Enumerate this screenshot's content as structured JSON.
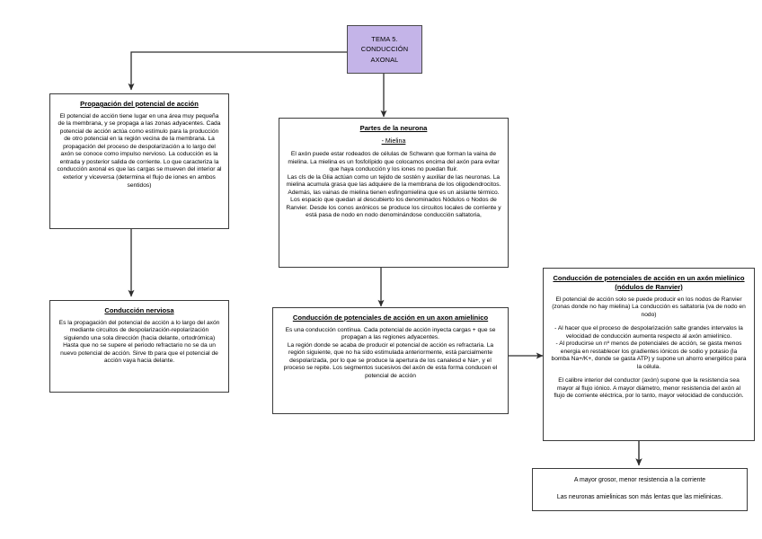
{
  "diagram": {
    "type": "concept-map",
    "language": "es",
    "accent_color": "#c4b4e8",
    "border_color": "#3b3b3b",
    "background": "#ffffff"
  },
  "title_node": {
    "label": "TEMA 5. CONDUCCIÓN AXONAL",
    "lines": [
      "TEMA 5.",
      "CONDUCCIÓN",
      "AXONAL"
    ]
  },
  "nodes": {
    "propagacion": {
      "heading": "Propagación del potencial de acción",
      "body": "El potencial de acción tiene lugar en una área muy pequeña de la membrana, y se propaga a las zonas adyacentes. Cada potencial de acción actúa como estímulo para la producción de otro potencial en la región vecina de la membrana. La propagación del proceso de despolarización a lo largo del axón se conoce como impulso nervioso. La coducción es la entrada y posterior salida de corriente. Lo que caracteriza la conducción axonal es que las cargas se mueven del interior al exterior y viceversa (determina el flujo de iones en ambos sentidos)"
    },
    "conduccion_nerviosa": {
      "heading": "Conducción nerviosa",
      "body": "Es la propagación del potencial de acción a lo largo del axón mediante circuitos de despolarización-repolarización siguiendo una sola dirección (hacia delante, ortodrómica)",
      "body2": "Hasta que no se supere el periodo refractario no se da un nuevo potencial de acción. Sirve tb para que el potencial de acción vaya hacia delante."
    },
    "partes_neurona": {
      "heading": "Partes de la neurona",
      "subheading": "- Mielina",
      "body": "El axón  puede estar rodeados de células de Schwann que forman la vaina de mielina. La mielina es un fosfolípido que colocamos encima del axón para evitar que haya conducción y los iones no puedan fluir.",
      "body2": "Las cls de la Glia actúan  como un tejido de sostén y auxiliar de las neuronas. La mielina acumula grasa que las adquiere de la membrana de los oligodendrocitos. Además, las vainas de mielina tienen esfingomielina que es un aislante térmico.",
      "body3": "Los espacio que quedan al descubierto los denominados Nódulos o Nodos de Ranvier.  Desde los conos axónicos se produce los circuitos locales de corriente y está pasa de nodo en nodo denominándose conducción saltatoria,"
    },
    "amielinico": {
      "heading": "Conducción de potenciales de acción en un axon amielínico",
      "body": "Es una conducción contínua. Cada potencial de acción inyecta cargas + que se propagan a las regiones adyacentes.",
      "body2": "La región donde se acaba de producir el potencial de acción es refractaria. La región siguiente, que no ha sido estimulada anteriormente, está parcialmente despolarizada, por lo que se produce la apertura de los canalesd e Na+, y el proceso se repite. Los segmentos sucesivos del axón de esta forma conducen el potencial de acción"
    },
    "mielinico": {
      "heading_line1": "Conducción de potenciales de acción en un axón mielínico",
      "heading_line2": "(nódulos de Ranvier)",
      "body": "El potencial de acción solo se puede producir en los nodos de Ranvier (zonas donde no hay mielina) La conducción es saltatoria (va de nodo en nodo)",
      "body2": "- Al hacer que el proceso de despolarización salte grandes intervalos la velocidad de conducción aumenta respecto al axón amielínico.",
      "body3": "- Al producirse un nº menos de potenciales de acción, se gasta menos energia en restablecer los gradientes iónicos de sodio y potasio (la bomba Na+/K+, donde se gasta ATP) y supone un ahorro energético para la célula.",
      "body4": "El calibre interior del conductor (axón) supone que la resistencia sea mayor al flujo iónico. A mayor diámetro, menor resistencia del axón al flujo de corriente eléctrica, por lo tanto, mayor velocidad de conducción."
    },
    "conclusion": {
      "body": "A mayor grosor, menor resistencia a la corriente",
      "body2": "Las neuronas amielinicas son más lentas que las mielinicas."
    }
  },
  "connectors": [
    {
      "name": "title-to-propagacion",
      "from": "title_node",
      "to": "propagacion",
      "style": "elbow-left-down-arrow"
    },
    {
      "name": "title-to-partes",
      "from": "title_node",
      "to": "partes_neurona",
      "style": "straight-down-arrow"
    },
    {
      "name": "propagacion-to-conduccion-nerviosa",
      "from": "propagacion",
      "to": "conduccion_nerviosa",
      "style": "straight-down-arrow"
    },
    {
      "name": "partes-to-amielinico",
      "from": "partes_neurona",
      "to": "amielinico",
      "style": "straight-down-arrow"
    },
    {
      "name": "amielinico-to-mielinico",
      "from": "amielinico",
      "to": "mielinico",
      "style": "straight-right-arrow"
    },
    {
      "name": "mielinico-to-conclusion",
      "from": "mielinico",
      "to": "conclusion",
      "style": "straight-down-arrow"
    }
  ]
}
